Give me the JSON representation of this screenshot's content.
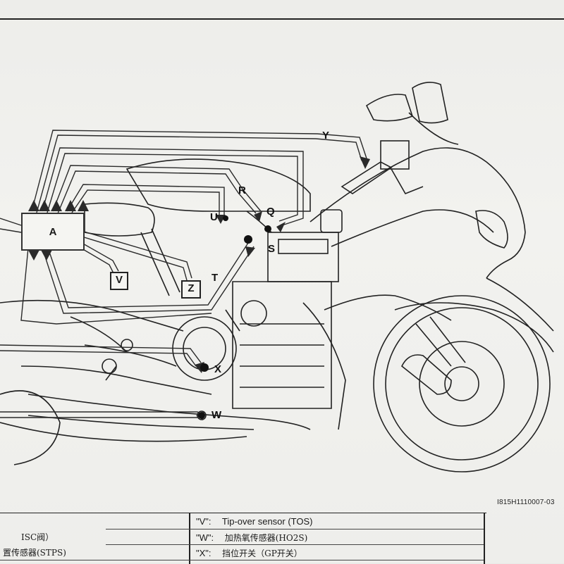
{
  "figure": {
    "id": "I815H1110007-03",
    "labels": {
      "A": "A",
      "Q": "Q",
      "R": "R",
      "S": "S",
      "T": "T",
      "U": "U",
      "V": "V",
      "W": "W",
      "X": "X",
      "Y": "Y",
      "Z": "Z"
    }
  },
  "legend": {
    "left_rows": [
      {
        "text": "ISC阀）"
      },
      {
        "text": "置传感器(STPS)"
      }
    ],
    "right_rows": [
      {
        "code": "\"V\":",
        "text": "Tip-over sensor (TOS)"
      },
      {
        "code": "\"W\":",
        "text": "加热氧传感器(HO2S)"
      },
      {
        "code": "\"X\":",
        "text": "挡位开关（GP开关）"
      }
    ]
  },
  "colors": {
    "paper": "#eeeeeb",
    "ink": "#1a1a1a",
    "wire_band": "#9a9a96"
  }
}
